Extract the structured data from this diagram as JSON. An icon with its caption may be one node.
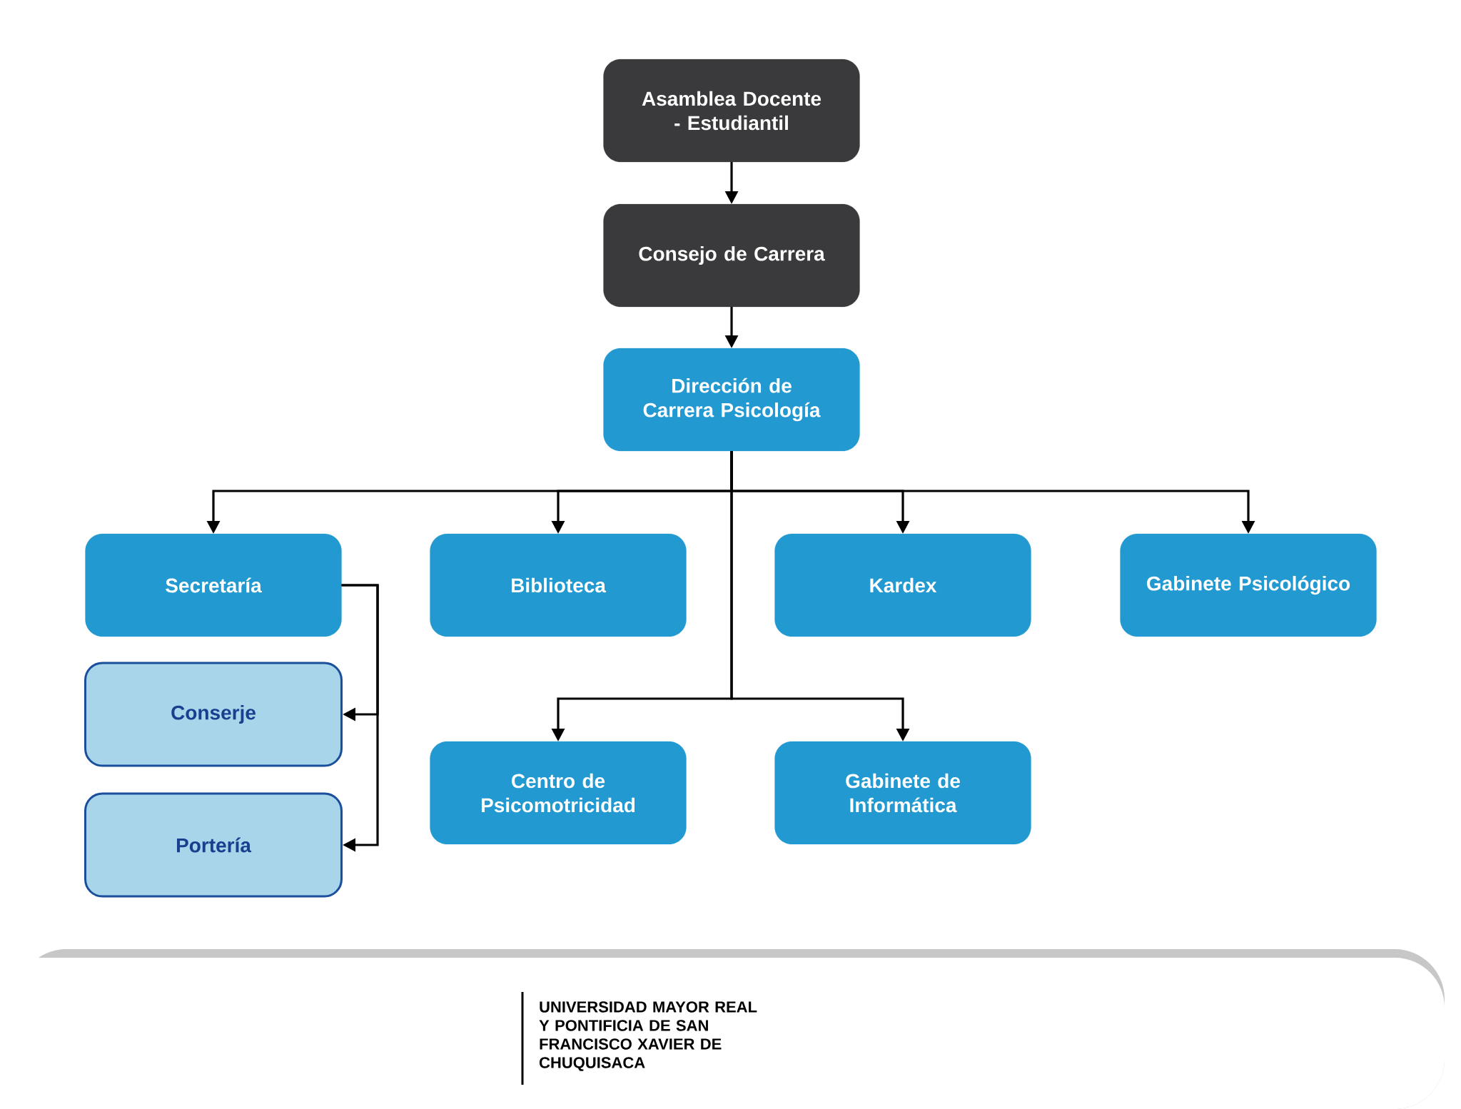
{
  "diagram": {
    "nodes": [
      {
        "text": [
          "Asamblea Docente - Estudiantil"
        ]
      },
      {
        "text": [
          "Consejo de Carrera"
        ]
      },
      {
        "text": [
          "Dirección de Carrera Psicología"
        ]
      },
      {
        "text": [
          "Secretaría"
        ]
      },
      {
        "text": [
          "Biblioteca"
        ]
      },
      {
        "text": [
          "Kardex"
        ]
      },
      {
        "text": [
          "Gabinete Psicológico"
        ]
      },
      {
        "text": [
          "Conserje"
        ]
      },
      {
        "text": [
          "Portería"
        ]
      },
      {
        "text": [
          "Centro de Psicomotricidad"
        ]
      },
      {
        "text": [
          "Gabinete de Informática"
        ]
      }
    ],
    "edges": [
      {
        "from": 0,
        "to": 1,
        "arrow": "to"
      },
      {
        "from": 1,
        "to": 2,
        "arrow": "to"
      },
      {
        "from": 2,
        "to": 3,
        "arrow": "to"
      },
      {
        "from": 2,
        "to": 4,
        "arrow": "to"
      },
      {
        "from": 2,
        "to": 5,
        "arrow": "to"
      },
      {
        "from": 2,
        "to": 6,
        "arrow": "to"
      },
      {
        "from": 2,
        "to": 9,
        "arrow": "to"
      },
      {
        "from": 2,
        "to": 10,
        "arrow": "to"
      },
      {
        "from": 3,
        "to": 7,
        "arrow": "to"
      },
      {
        "from": 3,
        "to": 8,
        "arrow": "to"
      }
    ],
    "labels": [
      "UNIVERSIDAD MAYOR REAL Y PONTIFICIA DE SAN FRANCISCO XAVIER DE CHUQUISACA"
    ]
  }
}
